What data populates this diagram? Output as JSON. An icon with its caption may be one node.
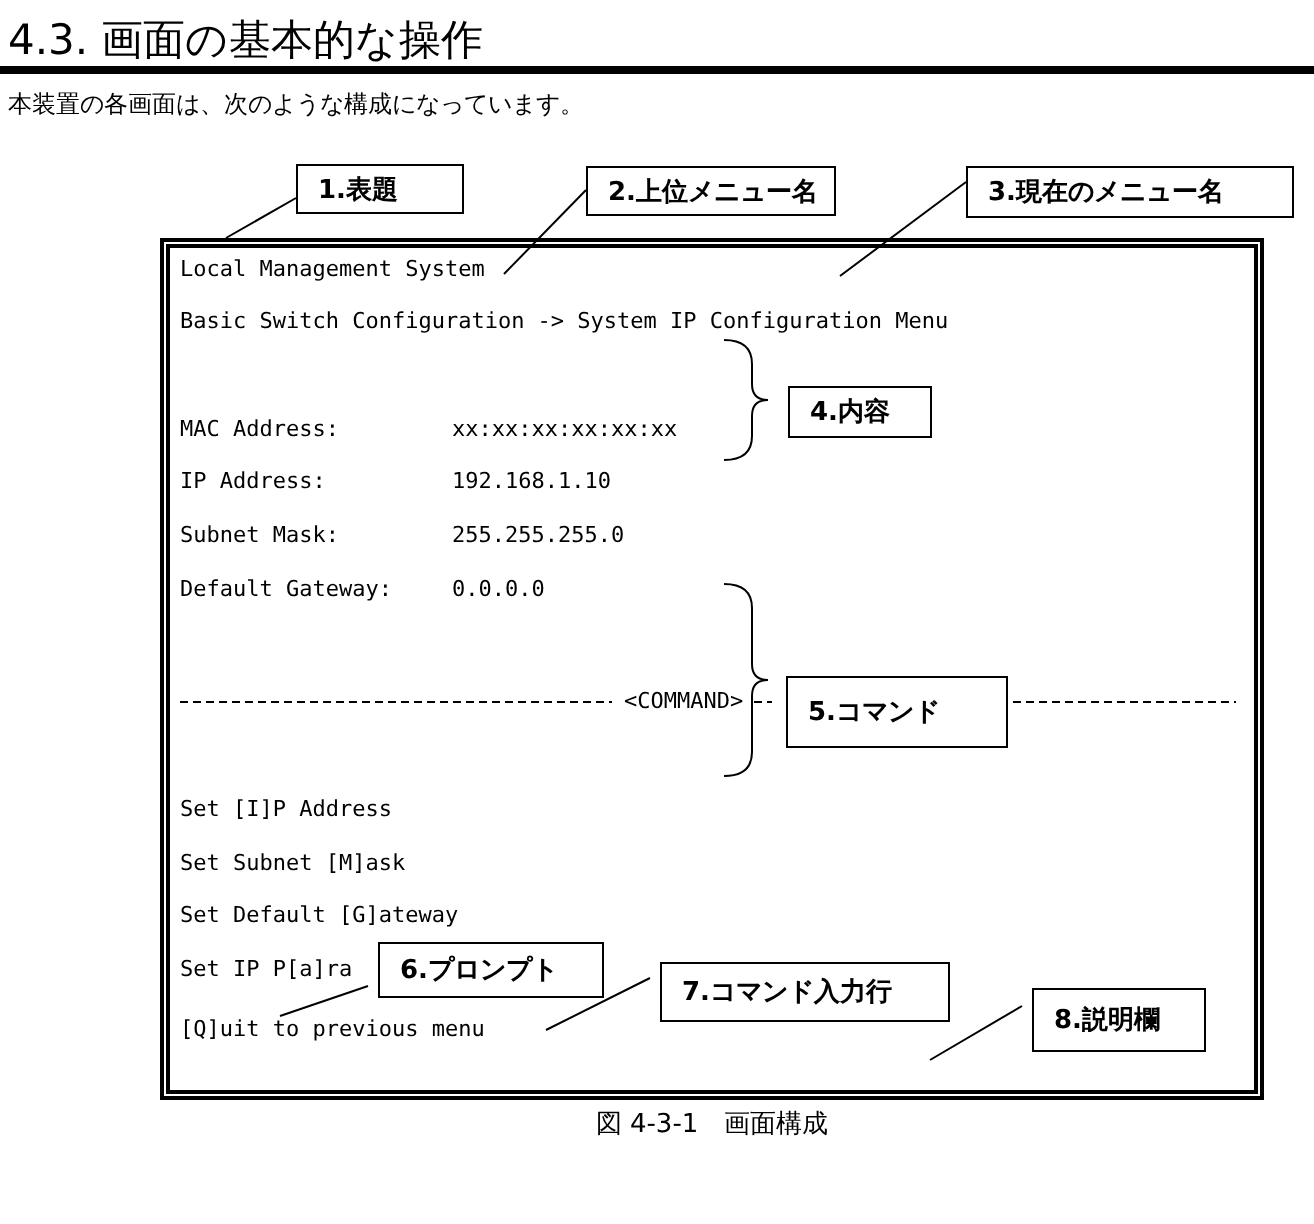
{
  "diagram": {
    "title": "4.3. 画面の基本的な操作",
    "caption": "図 4-3-1　画面構成",
    "nodes": [
      {
        "text": [
          "1.表題"
        ]
      },
      {
        "text": [
          "2.上位メニュー名"
        ]
      },
      {
        "text": [
          "3.現在のメニュー名"
        ]
      },
      {
        "text": [
          "Local Management System",
          "Basic Switch Configuration -> System IP Configuration Menu",
          "MAC Address:",
          "xx:xx:xx:xx:xx:xx",
          "IP Address:",
          "192.168.1.10",
          "Subnet Mask:",
          "255.255.255.0",
          "Default Gateway:",
          "0.0.0.0",
          "<COMMAND>",
          "Set [I]P Address",
          "Set Subnet [M]ask",
          "Set Default [G]ateway",
          "Set IP P[a]ra",
          "[Q]uit to previous menu"
        ]
      },
      {
        "text": [
          "4.内容"
        ],
        "in": 3
      },
      {
        "text": [
          "5.コマンド"
        ],
        "in": 3
      },
      {
        "text": [
          "6.プロンプト"
        ],
        "in": 3
      },
      {
        "text": [
          "7.コマンド入力行"
        ],
        "in": 3
      },
      {
        "text": [
          "8.説明欄"
        ],
        "in": 3
      }
    ],
    "edges": [
      {
        "from": 0,
        "to": 3,
        "arrow": "none"
      },
      {
        "from": 1,
        "to": null,
        "arrow": "none"
      },
      {
        "from": 2,
        "to": null,
        "arrow": "none"
      },
      {
        "from": 6,
        "to": null,
        "arrow": "none"
      },
      {
        "from": 7,
        "to": null,
        "arrow": "none"
      },
      {
        "from": 8,
        "to": null,
        "arrow": "none"
      }
    ],
    "labels": [
      "本装置の各画面は、次のような構成になっています。"
    ]
  }
}
